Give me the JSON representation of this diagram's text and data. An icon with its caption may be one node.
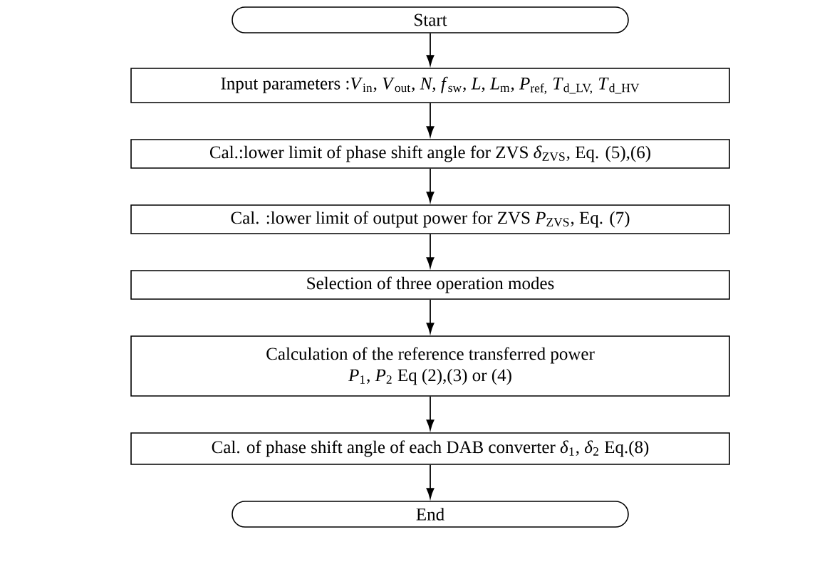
{
  "diagram": {
    "nodes": [
      {
        "text": [
          "Start"
        ]
      },
      {
        "text": [
          "Input parameters :*V*$_{in}$, *V*$_{out}$, *N*, *f*$_{sw}$, *L*, *L*$_{m}$, *P*$_{ref,}$ *T*$_{d_LV,}$ *T*$_{d_HV}$"
        ]
      },
      {
        "text": [
          "Cal.:lower limit of phase shift angle for ZVS *δ*$_{ZVS}$, Eq. (5),(6)"
        ]
      },
      {
        "text": [
          "Cal. :lower limit of output power for ZVS *P*$_{ZVS}$, Eq. (7)"
        ]
      },
      {
        "text": [
          "Selection of three operation modes"
        ]
      },
      {
        "text": [
          "Calculation of the reference transferred power",
          "*P*$_{1}$, *P*$_{2}$ Eq (2),(3) or (4)"
        ]
      },
      {
        "text": [
          "Cal. of phase shift angle of each DAB converter *δ*$_{1}$, *δ*$_{2}$ Eq.(8)"
        ]
      },
      {
        "text": [
          "End"
        ]
      }
    ],
    "edges": [
      {
        "from": 0,
        "to": 1,
        "arrow": "to"
      },
      {
        "from": 1,
        "to": 2,
        "arrow": "to"
      },
      {
        "from": 2,
        "to": 3,
        "arrow": "to"
      },
      {
        "from": 3,
        "to": 4,
        "arrow": "to"
      },
      {
        "from": 4,
        "to": 5,
        "arrow": "to"
      },
      {
        "from": 5,
        "to": 6,
        "arrow": "to"
      },
      {
        "from": 6,
        "to": 7,
        "arrow": "to"
      }
    ]
  }
}
